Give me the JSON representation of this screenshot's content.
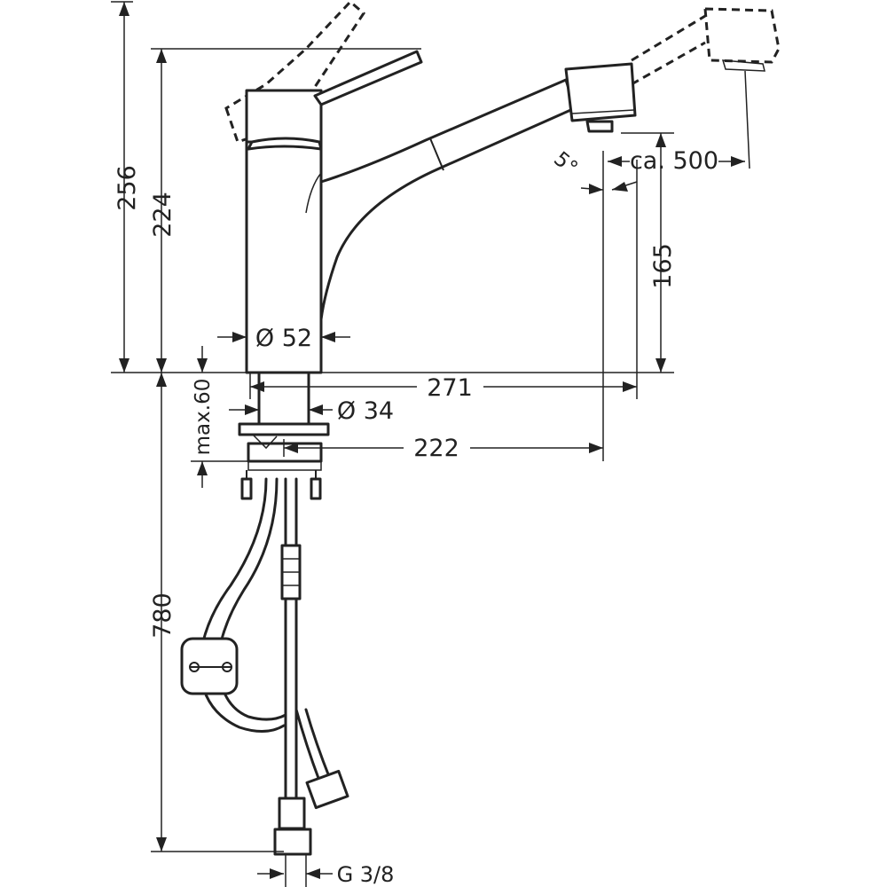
{
  "drawing": {
    "colors": {
      "line": "#222222",
      "background": "#ffffff"
    },
    "dimensions": {
      "total_height": "256",
      "lever_height": "224",
      "spout_height": "165",
      "hose_length": "780",
      "body_diameter": "Ø 52",
      "shank_diameter": "Ø 34",
      "max_deck_thickness": "max.60",
      "reach_total": "271",
      "reach_spout": "222",
      "pullout_length": "ca. 500",
      "spout_angle": "5°",
      "connection_thread": "G 3/8"
    }
  }
}
